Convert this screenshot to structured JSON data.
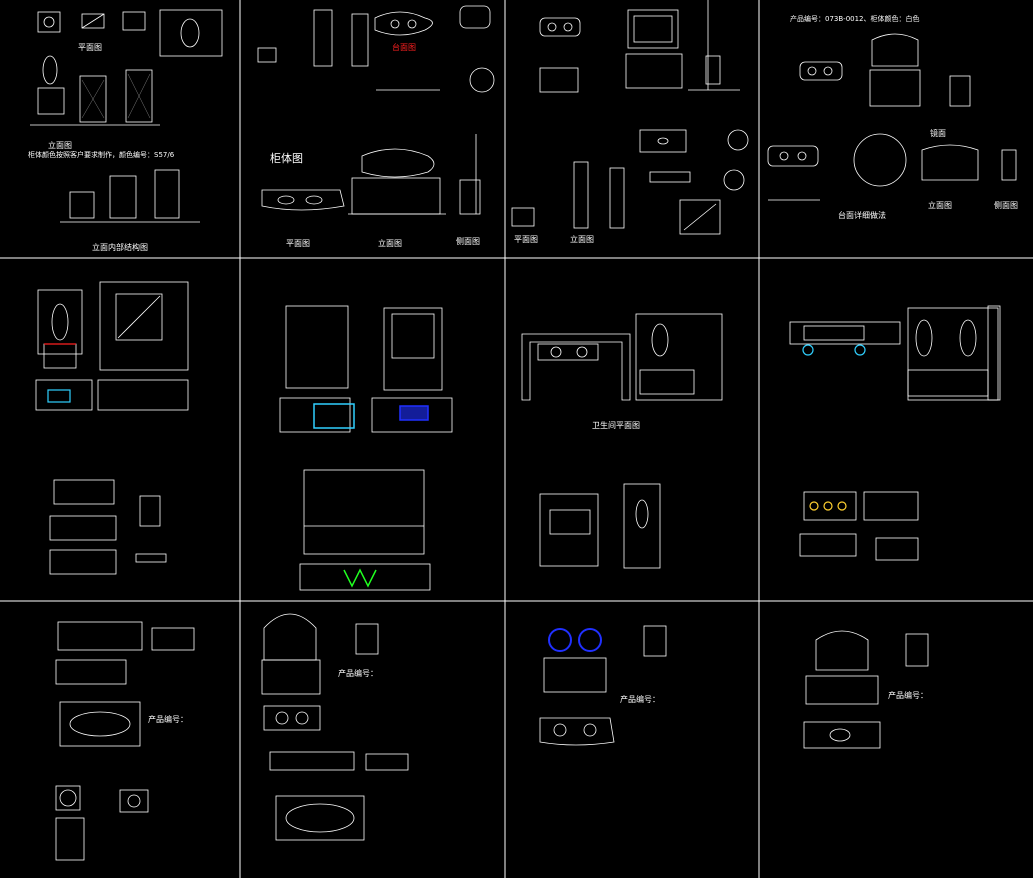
{
  "colors": {
    "background": "#000000",
    "line": "#ffffff",
    "grid": "#ffffff",
    "accent_red": "#ff2020",
    "accent_cyan": "#30d0ff",
    "accent_blue": "#2030ff",
    "accent_green": "#20ff20"
  },
  "labels": {
    "p1_plan": "平面图",
    "p1_front": "立面图",
    "p1_note": "柜体颜色按照客户要求制作，颜色编号：S57/6",
    "p1_elev_title": "立面内部结构图",
    "p2_cabinet": "柜体图",
    "p2_plan": "平面图",
    "p2_front": "立面图",
    "p2_side": "侧面图",
    "p2_top": "台面图",
    "p3_plan": "平面图",
    "p3_front": "立面图",
    "p4_header": "产品编号：073B-0012、柜体颜色：白色",
    "p4_mirror": "镜面",
    "p4_front": "立面图",
    "p4_side": "侧面图",
    "p4_detail": "台面详细做法",
    "p7_title": "卫生间平面图",
    "p9_specs": "产品编号：",
    "p10_specs": "产品编号：",
    "p11_specs": "产品编号：",
    "p12_specs": "产品编号："
  },
  "icons": [
    "mirror-oval-icon",
    "washbasin-icon",
    "cabinet-icon"
  ]
}
